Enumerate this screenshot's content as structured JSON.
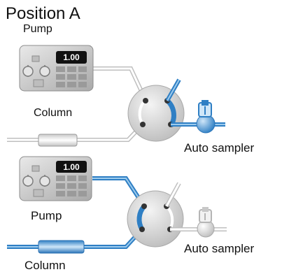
{
  "title": "Position A",
  "position_a": {
    "pump_label": "Pump",
    "pump_display": "1.00",
    "column_label": "Column",
    "autosampler_label": "Auto sampler"
  },
  "position_b": {
    "pump_label": "Pump",
    "pump_display": "1.00",
    "column_label": "Column",
    "autosampler_label": "Auto sampler"
  },
  "colors": {
    "flow_active": "#3d8fd0",
    "flow_inactive": "#d9d9d9",
    "valve_body": "#d3d3d3",
    "pump_body": "#c4c4c4"
  }
}
